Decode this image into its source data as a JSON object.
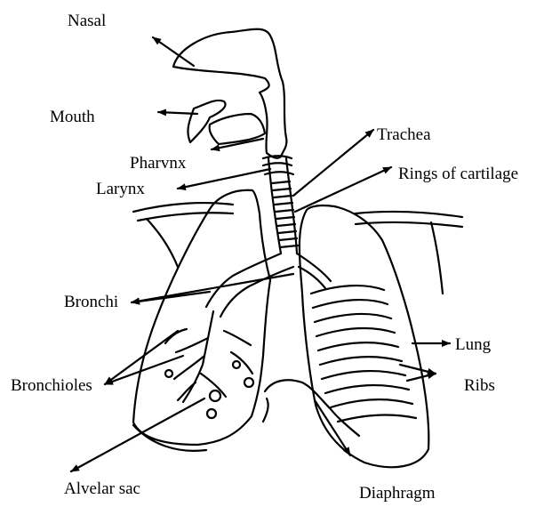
{
  "diagram": {
    "labels": {
      "nasal": "Nasal",
      "mouth": "Mouth",
      "pharynx": "Pharvnx",
      "larynx": "Larynx",
      "trachea": "Trachea",
      "rings": "Rings of cartilage",
      "bronchi": "Bronchi",
      "lung": "Lung",
      "ribs": "Ribs",
      "bronchioles": "Bronchioles",
      "alveolar_sac": "Alvelar sac",
      "diaphragm": "Diaphragm"
    },
    "colors": {
      "ink": "#000000",
      "background": "#ffffff"
    }
  }
}
